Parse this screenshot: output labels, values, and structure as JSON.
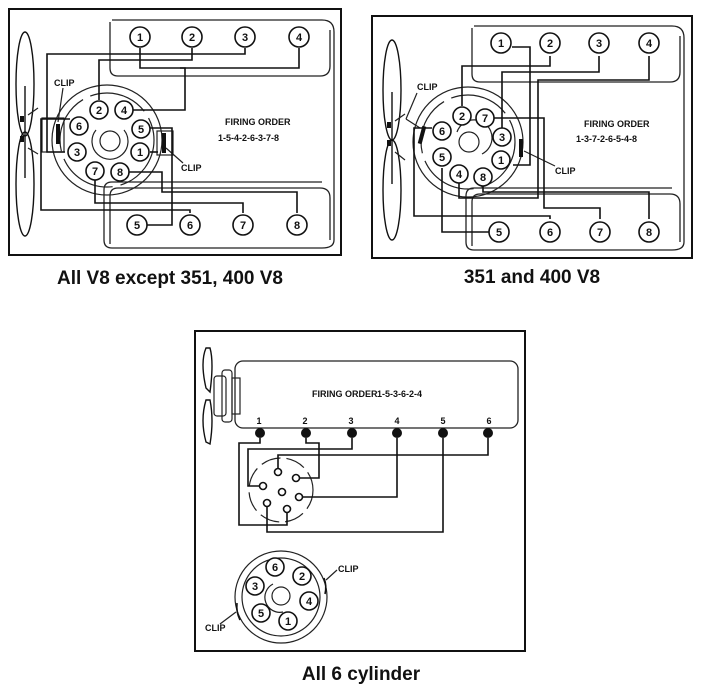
{
  "diagrams": [
    {
      "id": "v8-standard",
      "caption": "All V8 except 351, 400 V8",
      "firing_order_label": "FIRING ORDER",
      "firing_order": "1-5-4-2-6-3-7-8",
      "clip_label": "CLIP",
      "top_bank": [
        "1",
        "2",
        "3",
        "4"
      ],
      "bottom_bank": [
        "5",
        "6",
        "7",
        "8"
      ],
      "distributor_terminals": [
        "2",
        "4",
        "6",
        "5",
        "3",
        "1",
        "7",
        "8"
      ]
    },
    {
      "id": "v8-351-400",
      "caption": "351 and 400 V8",
      "firing_order_label": "FIRING ORDER",
      "firing_order": "1-3-7-2-6-5-4-8",
      "clip_label": "CLIP",
      "top_bank": [
        "1",
        "2",
        "3",
        "4"
      ],
      "bottom_bank": [
        "5",
        "6",
        "7",
        "8"
      ],
      "distributor_terminals": [
        "2",
        "7",
        "6",
        "3",
        "5",
        "1",
        "4",
        "8"
      ]
    },
    {
      "id": "six-cylinder",
      "caption": "All 6 cylinder",
      "firing_order_label": "FIRING ORDER",
      "firing_order": "1-5-3-6-2-4",
      "clip_label": "CLIP",
      "cylinders": [
        "1",
        "2",
        "3",
        "4",
        "5",
        "6"
      ],
      "distributor_terminals": [
        "6",
        "2",
        "4",
        "1",
        "5",
        "3"
      ]
    }
  ]
}
